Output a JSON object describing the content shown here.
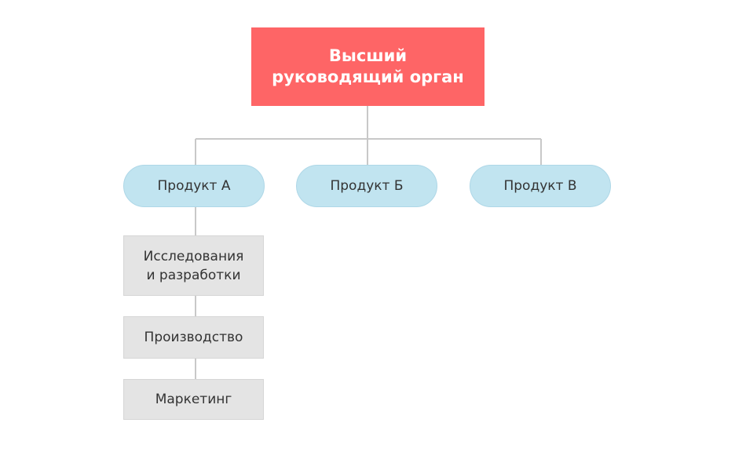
{
  "top": {
    "label": "Высший\nруководящий орган"
  },
  "products": [
    {
      "label": "Продукт А"
    },
    {
      "label": "Продукт Б"
    },
    {
      "label": "Продукт В"
    }
  ],
  "departments": [
    {
      "label": "Исследования\nи разработки"
    },
    {
      "label": "Производство"
    },
    {
      "label": "Маркетинг"
    }
  ],
  "colors": {
    "top_fill": "#fe6566",
    "product_fill": "#c1e4f0",
    "department_fill": "#e4e4e4",
    "connector": "#c8c8c8"
  }
}
